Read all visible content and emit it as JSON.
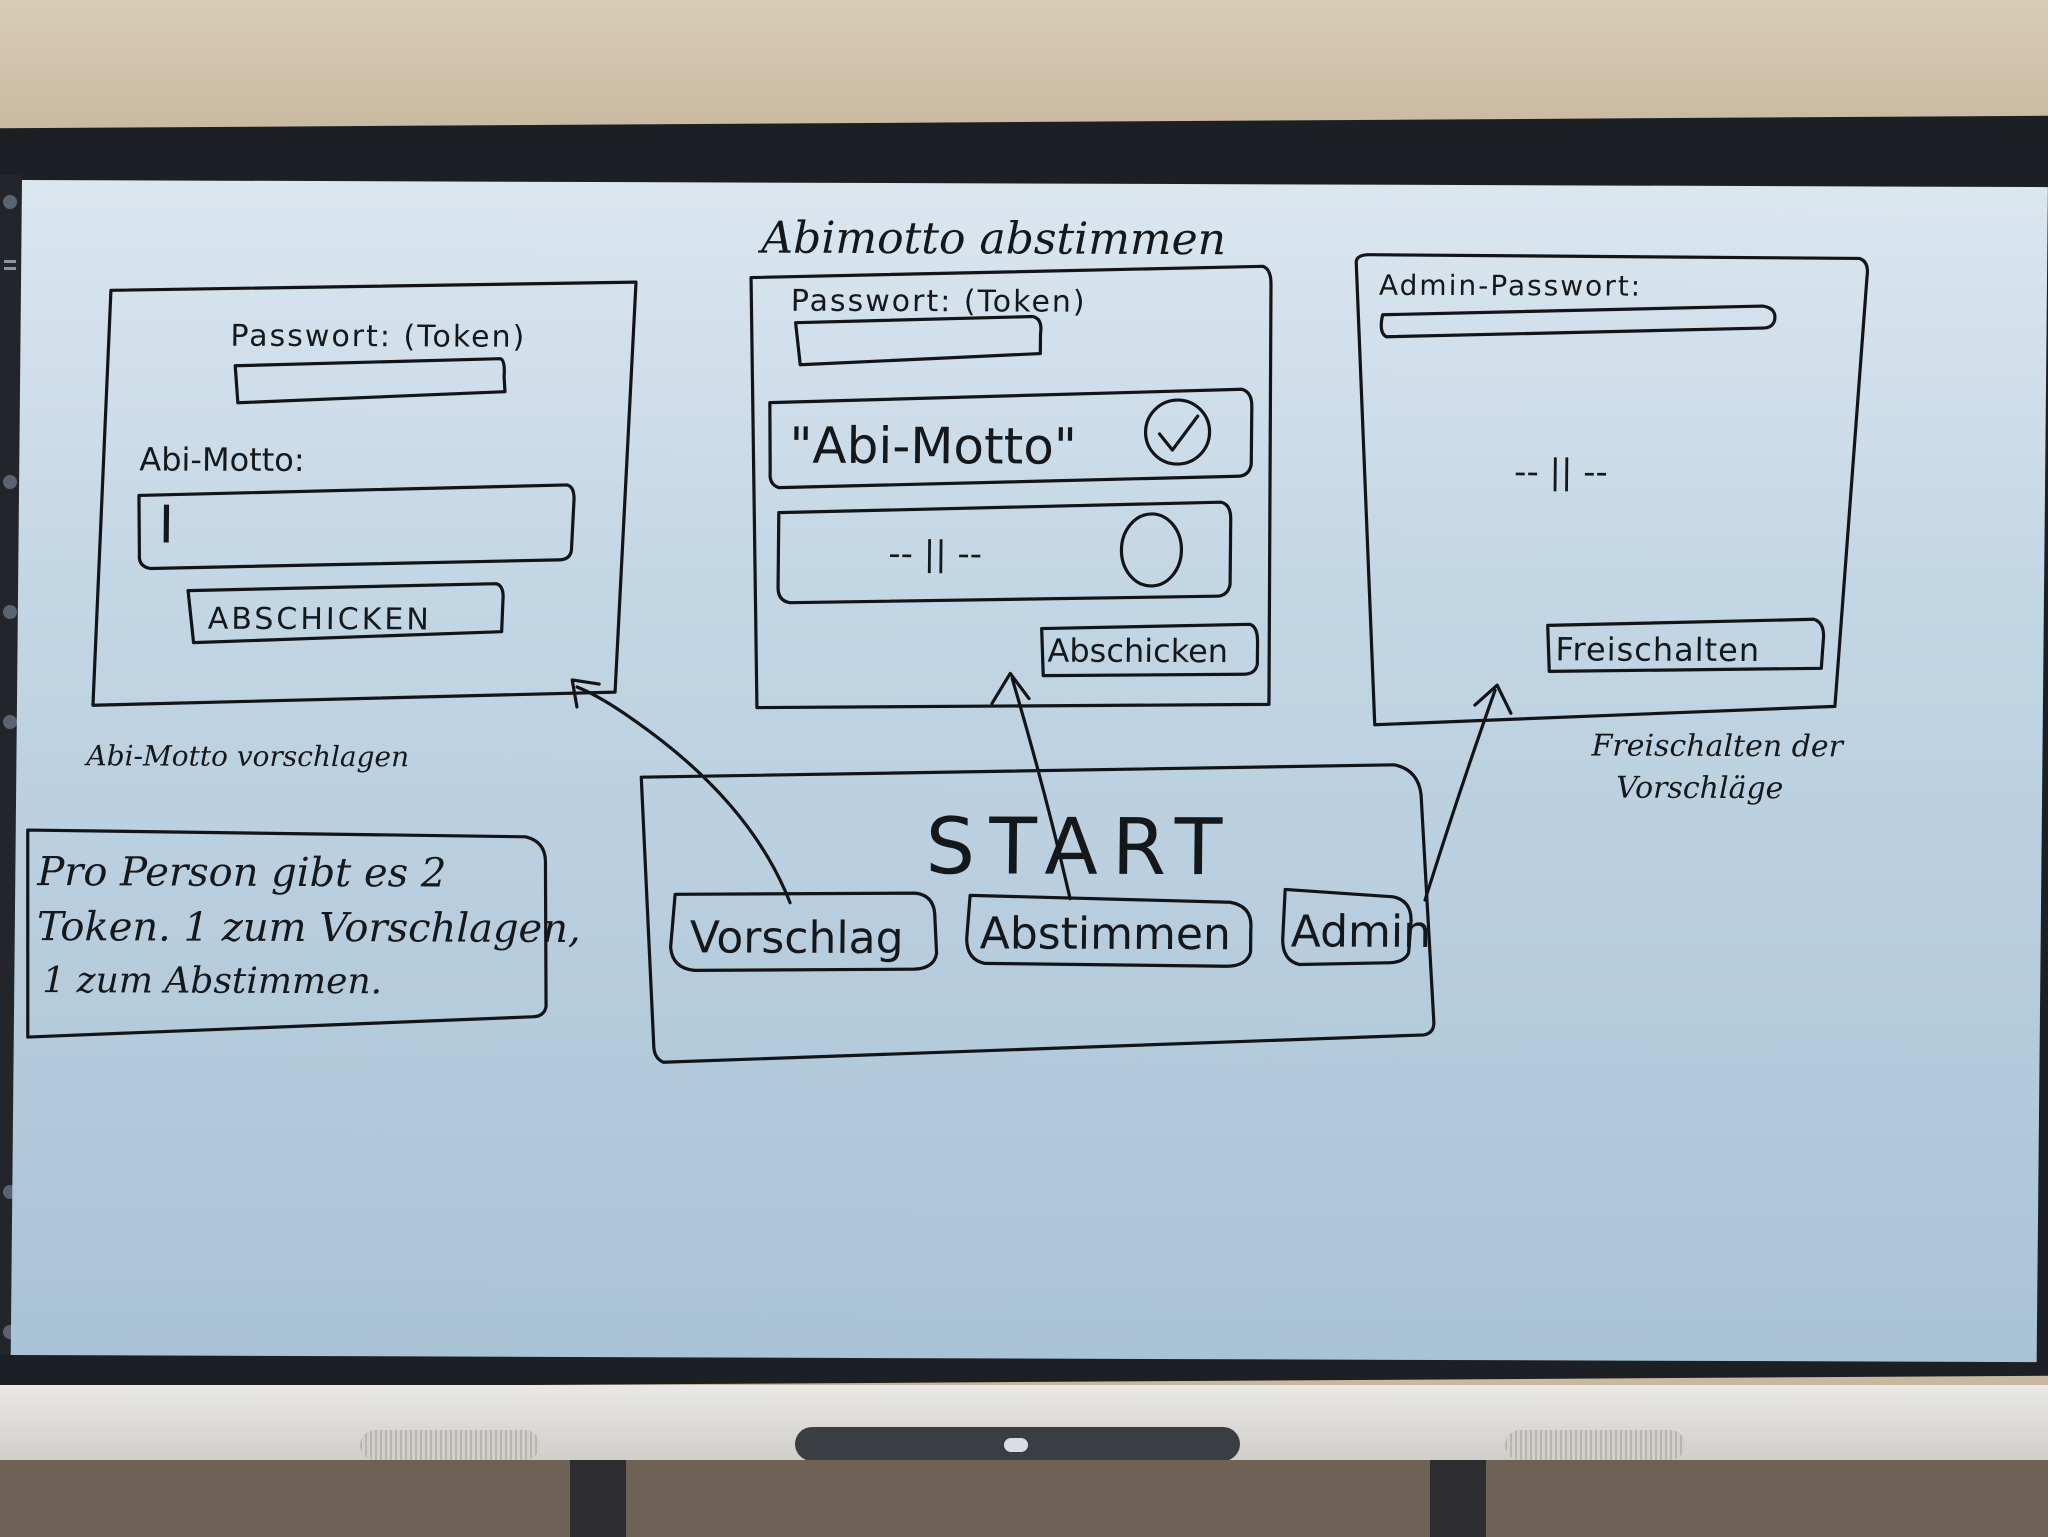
{
  "board_title": "Abimotto abstimmen",
  "panel_suggest": {
    "password_label": "Passwort: (Token)",
    "motto_label": "Abi-Motto:",
    "cursor_glyph": "I",
    "submit_label": "ABSCHICKEN",
    "caption": "Abi-Motto vorschlagen"
  },
  "panel_vote": {
    "password_label": "Passwort: (Token)",
    "option_1": "\"Abi-Motto\"",
    "option_2": "-- || --",
    "submit_label": "Abschicken"
  },
  "panel_admin": {
    "password_label": "Admin-Passwort:",
    "content_placeholder": "-- || --",
    "unlock_label": "Freischalten",
    "caption_line1": "Freischalten der",
    "caption_line2": "Vorschläge"
  },
  "start_panel": {
    "title": "START",
    "buttons": [
      "Vorschlag",
      "Abstimmen",
      "Admin"
    ]
  },
  "note": {
    "line1": "Pro Person gibt es 2",
    "line2": "Token. 1 zum Vorschlagen,",
    "line3": "1 zum Abstimmen."
  },
  "colors": {
    "ink": "#121417",
    "board": "#c3d6e4"
  }
}
